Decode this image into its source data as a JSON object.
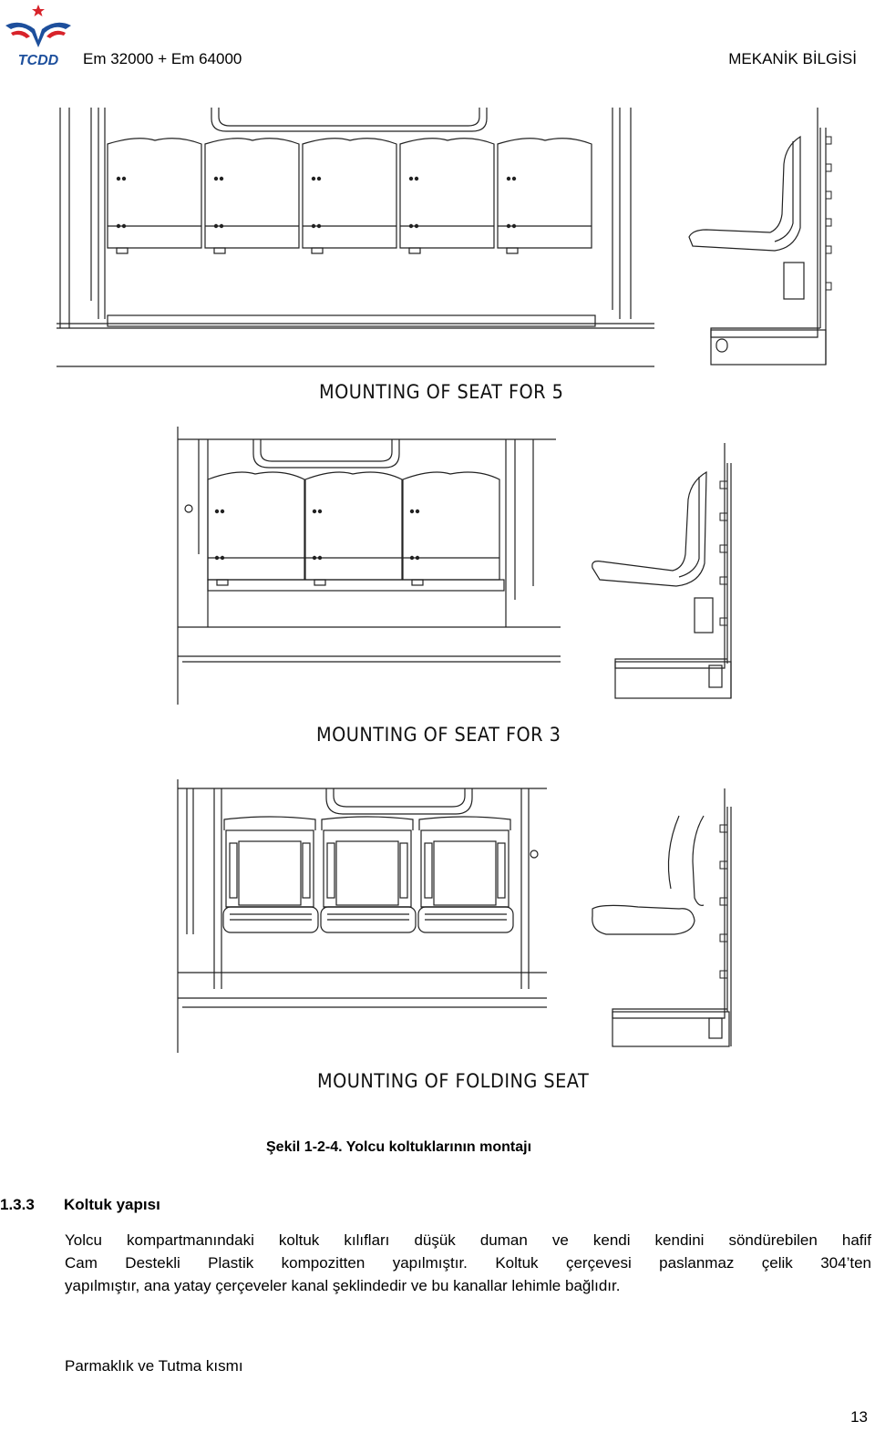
{
  "header": {
    "logo_text": "TCDD",
    "title_left": "Em 32000 + Em 64000",
    "title_right": "MEKANİK BİLGİSİ"
  },
  "drawings": [
    {
      "caption": "MOUNTING OF SEAT FOR 5"
    },
    {
      "caption": "MOUNTING OF SEAT FOR 3"
    },
    {
      "caption": "MOUNTING OF FOLDING SEAT"
    }
  ],
  "figure_caption": "Şekil 1-2-4.  Yolcu koltuklarının montajı",
  "section": {
    "number": "1.3.3",
    "title": "Koltuk yapısı",
    "paragraph_lines": [
      "Yolcu kompartmanındaki koltuk kılıfları düşük duman ve kendi kendini söndürebilen hafif",
      "Cam Destekli Plastik kompozitten yapılmıştır. Koltuk çerçevesi paslanmaz çelik 304’ten",
      "yapılmıştır, ana yatay çerçeveler kanal şeklindedir ve bu kanallar lehimle bağlıdır."
    ],
    "subheading": "Parmaklık ve Tutma kısmı"
  },
  "page_number": "13",
  "colors": {
    "logo_blue": "#1d4f9c",
    "logo_red": "#d8232a",
    "line": "#222222"
  }
}
